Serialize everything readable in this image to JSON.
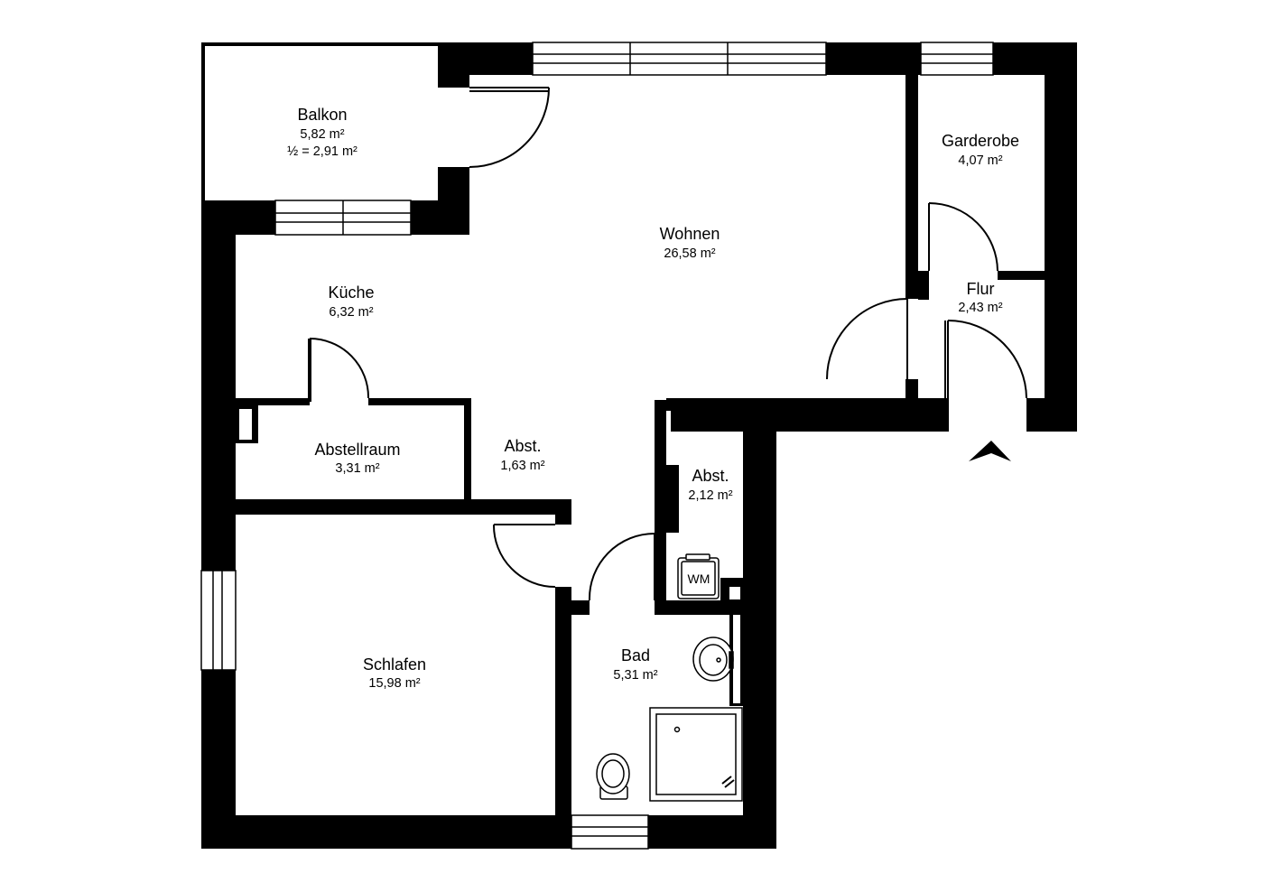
{
  "rooms": {
    "balkon": {
      "name": "Balkon",
      "area": "5,82 m²",
      "area_half": "½ = 2,91 m²"
    },
    "wohnen": {
      "name": "Wohnen",
      "area": "26,58 m²"
    },
    "garderobe": {
      "name": "Garderobe",
      "area": "4,07 m²"
    },
    "flur": {
      "name": "Flur",
      "area": "2,43 m²"
    },
    "kueche": {
      "name": "Küche",
      "area": "6,32 m²"
    },
    "abstellraum": {
      "name": "Abstellraum",
      "area": "3,31 m²"
    },
    "abst_1": {
      "name": "Abst.",
      "area": "1,63 m²"
    },
    "abst_2": {
      "name": "Abst.",
      "area": "2,12 m²"
    },
    "schlafen": {
      "name": "Schlafen",
      "area": "15,98 m²"
    },
    "bad": {
      "name": "Bad",
      "area": "5,31 m²"
    }
  },
  "fixtures": {
    "washing_machine": "WM"
  },
  "colors": {
    "wall": "#000000",
    "background": "#ffffff"
  }
}
